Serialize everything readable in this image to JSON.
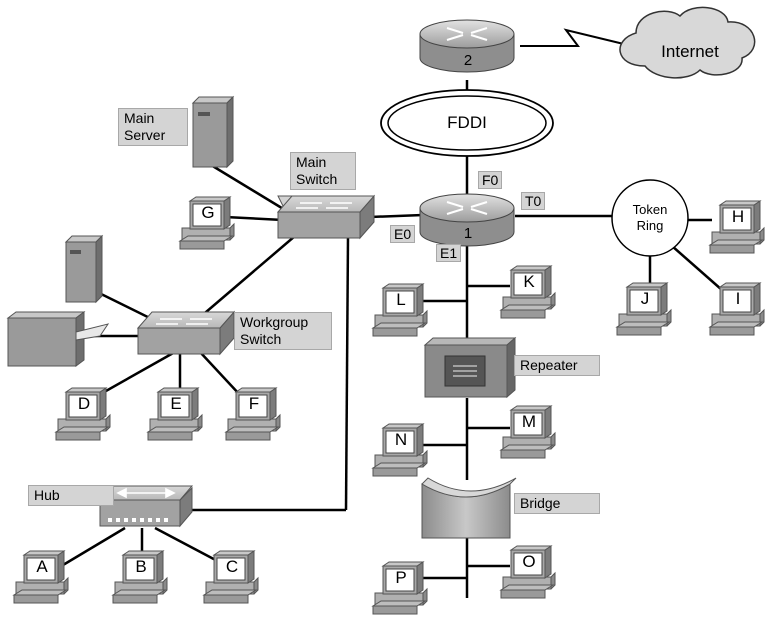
{
  "labels": {
    "main_server": "Main Server",
    "main_switch": "Main Switch",
    "workgroup_switch": "Workgroup Switch",
    "hub": "Hub",
    "repeater": "Repeater",
    "bridge": "Bridge",
    "internet": "Internet",
    "fddi": "FDDI",
    "token_ring": "Token Ring"
  },
  "router_top": {
    "number": "2"
  },
  "router_main": {
    "number": "1",
    "ports": {
      "f0": "F0",
      "t0": "T0",
      "e0": "E0",
      "e1": "E1"
    }
  },
  "pcs": [
    "A",
    "B",
    "C",
    "D",
    "E",
    "F",
    "G",
    "H",
    "I",
    "J",
    "K",
    "L",
    "M",
    "N",
    "O",
    "P"
  ]
}
